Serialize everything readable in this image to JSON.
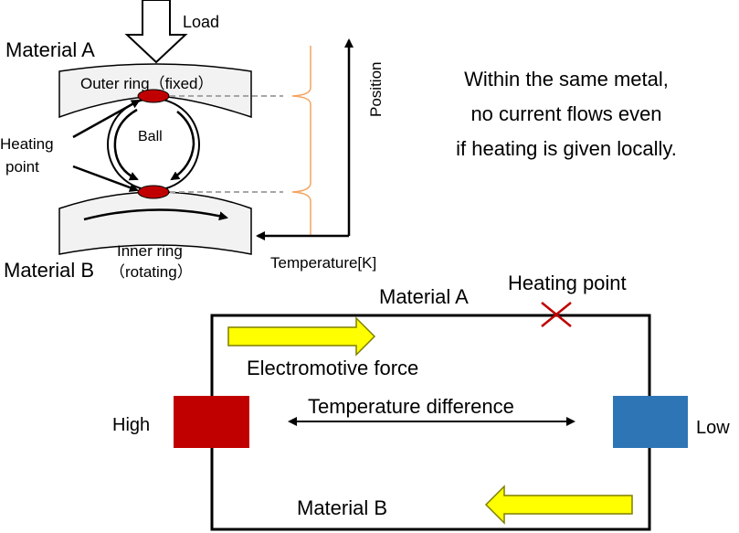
{
  "top_diagram": {
    "load_label": "Load",
    "material_a_label": "Material A",
    "material_b_label": "Material B",
    "outer_ring_label": "Outer ring（fixed）",
    "inner_ring_label": "Inner ring",
    "rotating_label": "（rotating）",
    "ball_label": "Ball",
    "heating_point_label_1": "Heating",
    "heating_point_label_2": "point",
    "position_axis_label": "Position",
    "temperature_axis_label": "Temperature[K]"
  },
  "note": {
    "line1": "Within the same metal,",
    "line2": "no current flows even",
    "line3": "if heating is given locally."
  },
  "bottom_diagram": {
    "material_a_label": "Material A",
    "heating_point_label": "Heating point",
    "emf_label": "Electromotive force",
    "temp_diff_label": "Temperature difference",
    "high_label": "High",
    "low_label": "Low",
    "material_b_label": "Material B"
  },
  "colors": {
    "hot": "#c00000",
    "cold": "#2e75b6",
    "arrow_yellow": "#ffff00",
    "arrow_yellow_stroke": "#7f7f00",
    "temperature_curve": "#f4a460",
    "ring_fill": "#f2f2f2"
  }
}
